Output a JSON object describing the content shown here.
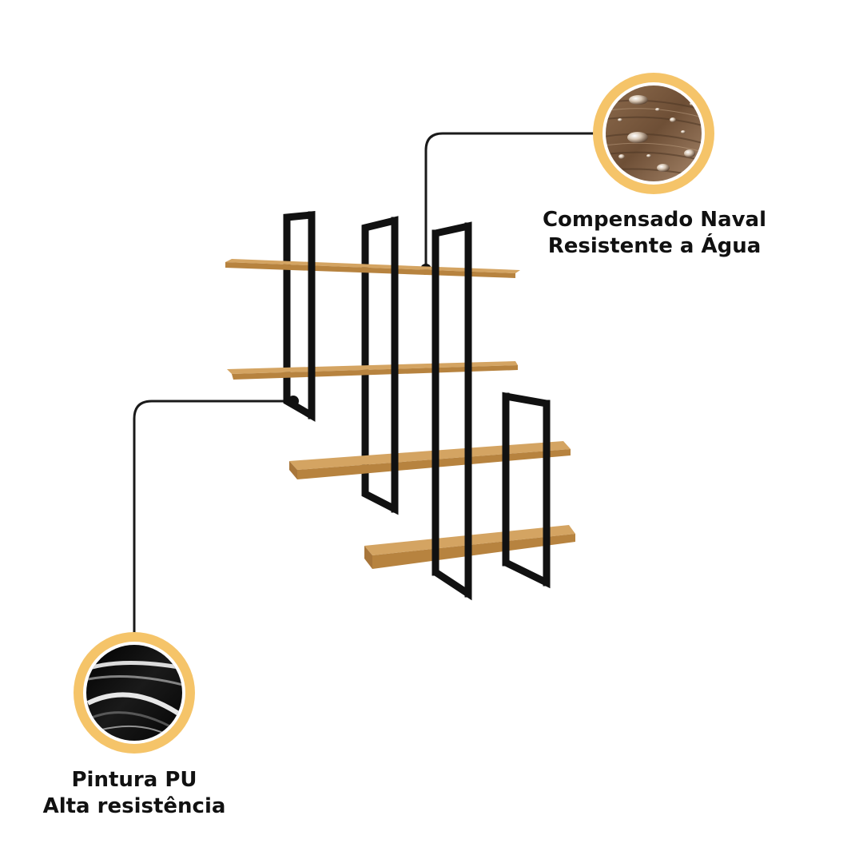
{
  "colors": {
    "background": "#ffffff",
    "frame": "#111111",
    "wood_top": "#d4a462",
    "wood_front": "#b7833f",
    "badge_ring": "#f5c469",
    "leader_line": "#1a1a1a"
  },
  "product": {
    "icon": "wall-shelf-illustration",
    "shelf_count": 4,
    "frame_count": 4
  },
  "callouts": [
    {
      "icon": "water-drops-on-wood-icon",
      "line1": "Compensado Naval",
      "line2": "Resistente a Água"
    },
    {
      "icon": "glossy-black-paint-icon",
      "line1": "Pintura PU",
      "line2": "Alta resistência"
    }
  ]
}
